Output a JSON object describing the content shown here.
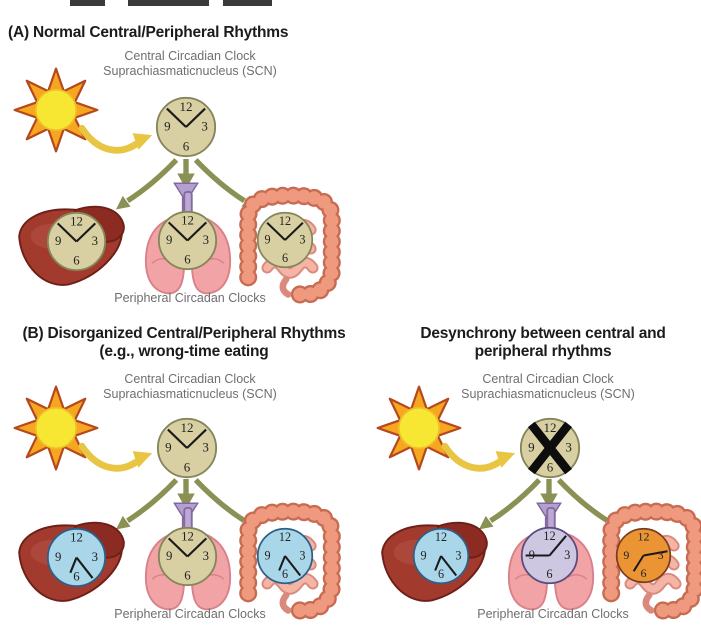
{
  "panels": {
    "a": {
      "title": "(A) Normal Central/Peripheral Rhythms",
      "subtitle_line1": "Central Circadian Clock",
      "subtitle_line2": "Suprachiasmaticnucleus (SCN)",
      "caption": "Peripheral Circadan Clocks"
    },
    "b": {
      "title_line1": "(B) Disorganized Central/Peripheral Rhythms",
      "title_line2": "(e.g., wrong-time eating",
      "subtitle_line1": "Central Circadian Clock",
      "subtitle_line2": "Suprachiasmaticnucleus (SCN)",
      "caption": "Peripheral Circadan Clocks"
    },
    "c": {
      "title_line1": "Desynchrony between central and",
      "title_line2": "peripheral rhythms",
      "subtitle_line1": "Central Circadian Clock",
      "subtitle_line2": "Suprachiasmaticnucleus (SCN)",
      "caption": "Peripheral Circadan Clocks"
    }
  },
  "clock_numerals": [
    "12",
    "3",
    "6",
    "9"
  ],
  "clocks": {
    "a_central": {
      "fill": "#d8d0a2",
      "border": "#85855a",
      "hands": [
        [
          314,
          0.95
        ],
        [
          46,
          0.95
        ]
      ],
      "crossed": false
    },
    "a_liver": {
      "fill": "#d8d0a2",
      "border": "#85855a",
      "hands": [
        [
          314,
          0.95
        ],
        [
          46,
          0.95
        ]
      ],
      "crossed": false
    },
    "a_lungs": {
      "fill": "#d8d0a2",
      "border": "#85855a",
      "hands": [
        [
          314,
          0.95
        ],
        [
          46,
          0.95
        ]
      ],
      "crossed": false
    },
    "a_intestine": {
      "fill": "#d8d0a2",
      "border": "#85855a",
      "hands": [
        [
          314,
          0.95
        ],
        [
          46,
          0.95
        ]
      ],
      "crossed": false
    },
    "b_central": {
      "fill": "#d8d0a2",
      "border": "#85855a",
      "hands": [
        [
          314,
          0.95
        ],
        [
          46,
          0.95
        ]
      ],
      "crossed": false
    },
    "b_liver": {
      "fill": "#a9d6e8",
      "border": "#2e5f86",
      "hands": [
        [
          202,
          0.6
        ],
        [
          142,
          0.95
        ]
      ],
      "crossed": false
    },
    "b_lungs": {
      "fill": "#d8d0a2",
      "border": "#85855a",
      "hands": [
        [
          314,
          0.95
        ],
        [
          46,
          0.95
        ]
      ],
      "crossed": false
    },
    "b_intestine": {
      "fill": "#a9d6e8",
      "border": "#2e5f86",
      "hands": [
        [
          202,
          0.6
        ],
        [
          142,
          0.95
        ]
      ],
      "crossed": false
    },
    "c_central": {
      "fill": "#d8d0a2",
      "border": "#85855a",
      "hands": [],
      "crossed": true
    },
    "c_liver": {
      "fill": "#a9d6e8",
      "border": "#2e5f86",
      "hands": [
        [
          202,
          0.6
        ],
        [
          142,
          0.95
        ]
      ],
      "crossed": false
    },
    "c_lungs": {
      "fill": "#cec7e2",
      "border": "#5c4a7d",
      "hands": [
        [
          270,
          0.9
        ],
        [
          40,
          0.97
        ]
      ],
      "crossed": false
    },
    "c_intestine": {
      "fill": "#eb9434",
      "border": "#7a3c1e",
      "hands": [
        [
          212,
          0.72
        ],
        [
          80,
          0.95
        ]
      ],
      "crossed": false
    }
  },
  "palette": {
    "signal_arrow_olive": "#8b9054",
    "light_arrow_yellow": "#e9c544",
    "trachea_purple": "#b3a0cf",
    "sun_core": "#f7e733",
    "sun_ray": "#f7a621",
    "liver_red": "#a23a2e",
    "lung_pink": "#f2a3a6",
    "intestine_coral": "#ef9a7e",
    "cross_black": "#0d0d0d"
  }
}
